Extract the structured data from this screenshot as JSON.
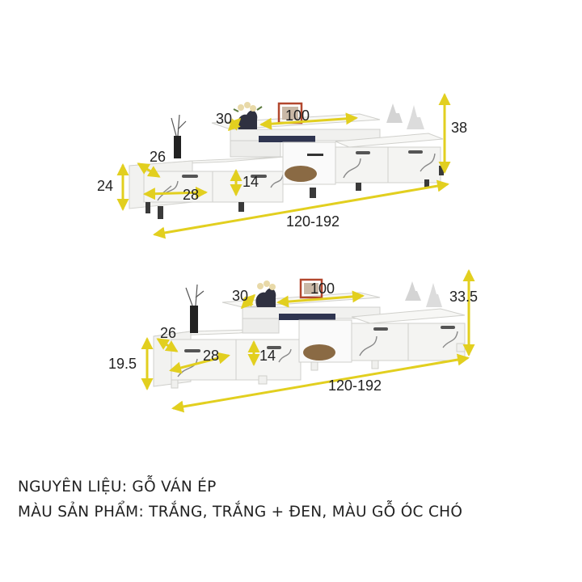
{
  "colors": {
    "dimension_line": "#e2cf1f",
    "furniture_white": "#f4f4f2",
    "furniture_edge": "#d4d4d0",
    "leg": "#3a3a3a",
    "text": "#222222"
  },
  "diagram_top": {
    "dimensions": {
      "shelf_depth": "30",
      "shelf_width": "100",
      "total_height": "38",
      "drawer_depth": "26",
      "height": "24",
      "drawer_width": "28",
      "drawer_height": "14",
      "total_length": "120-192"
    }
  },
  "diagram_bottom": {
    "dimensions": {
      "shelf_depth": "30",
      "shelf_width": "100",
      "total_height": "33.5",
      "drawer_depth": "26",
      "height": "19.5",
      "drawer_width": "28",
      "drawer_height": "14",
      "total_length": "120-192"
    }
  },
  "captions": {
    "material": "NGUYÊN LIỆU: GỖ VÁN ÉP",
    "colors": "MÀU SẢN PHẨM: TRẮNG, TRẮNG + ĐEN, MÀU  GỖ ÓC CHÓ"
  }
}
